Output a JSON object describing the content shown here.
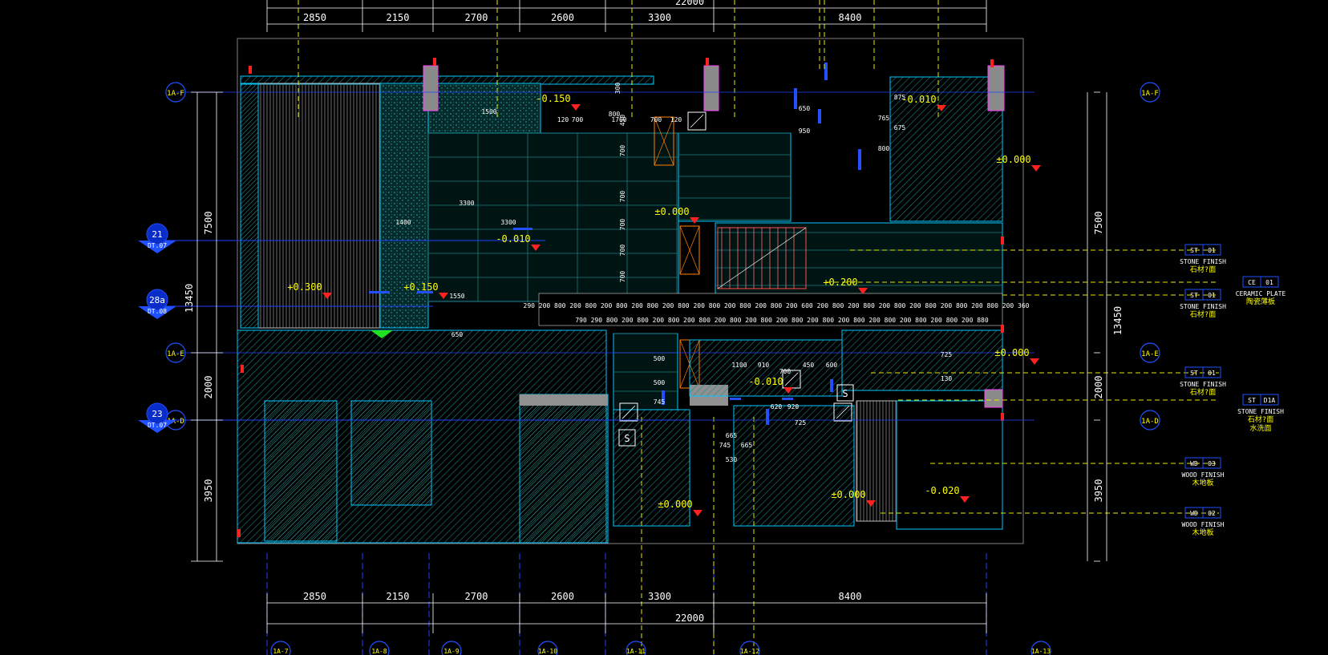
{
  "dims_top": {
    "overall": "22000",
    "bays": [
      "2850",
      "2150",
      "2700",
      "2600",
      "3300",
      "8400"
    ]
  },
  "dims_bottom": {
    "overall": "22000",
    "bays": [
      "2850",
      "2150",
      "2700",
      "2600",
      "3300",
      "8400"
    ]
  },
  "dims_left": [
    "7500",
    "13450",
    "2000",
    "3950"
  ],
  "dims_right": [
    "7500",
    "13450",
    "2000",
    "3950"
  ],
  "grid_rows": [
    "1A-F",
    "1A-E",
    "1A-D"
  ],
  "grid_cols": [
    "1A-7",
    "1A-8",
    "1A-9",
    "1A-10",
    "1A-11",
    "1A-12",
    "1A-13"
  ],
  "section_markers": [
    {
      "num": "21",
      "ref": "DT.07"
    },
    {
      "num": "28a",
      "ref": "DT.08"
    },
    {
      "num": "23",
      "ref": "DT.07"
    }
  ],
  "levels": [
    "-0.150",
    "-0.010",
    "±0.000",
    "-0.010",
    "+0.300",
    "+0.150",
    "+0.200",
    "±0.000",
    "±0.000",
    "-0.010",
    "±0.000",
    "±0.000",
    "-0.020"
  ],
  "inner_dims": [
    "1400",
    "3300",
    "3300",
    "1500",
    "1550",
    "650",
    "120",
    "700",
    "1760",
    "700",
    "120",
    "800",
    "650",
    "950",
    "875",
    "765",
    "675",
    "800",
    "1100",
    "910",
    "700",
    "450",
    "600",
    "500",
    "500",
    "745",
    "745",
    "665",
    "665",
    "530",
    "620",
    "920",
    "725",
    "725",
    "130",
    "300",
    "450",
    "700",
    "700",
    "700",
    "700",
    "700"
  ],
  "seq_dims_top": "290 200 800 200 800 200 800 200 800 200 800 200 800 200 800 200 800 200 600 200 800 200 800 200 800 200 800 200 800 200 800 200 360",
  "seq_dims_bot": "790 290 800 200 800 200 800 200 800 200 800 200 800 200 800 200 800 200 800 200 800 200 800 200 800 200 880",
  "materials": [
    {
      "code": "ST",
      "num": "01",
      "en": "STONE FINISH",
      "cn": "石材?面"
    },
    {
      "code": "CE",
      "num": "01",
      "en": "CERAMIC PLATE",
      "cn": "陶瓷薄板"
    },
    {
      "code": "ST",
      "num": "01",
      "en": "STONE FINISH",
      "cn": "石材?面"
    },
    {
      "code": "ST",
      "num": "01",
      "en": "STONE FINISH",
      "cn": "石材?面"
    },
    {
      "code": "ST",
      "num": "D1A",
      "en": "STONE FINISH",
      "cn": "石材?面",
      "cn2": "水洗面"
    },
    {
      "code": "WD",
      "num": "03",
      "en": "WOOD FINISH",
      "cn": "木地板"
    },
    {
      "code": "WD",
      "num": "02",
      "en": "WOOD FINISH",
      "cn": "木地板"
    }
  ],
  "symbols": [
    "S",
    "S"
  ],
  "colors": {
    "background": "#000000",
    "dim_line": "#ffffff",
    "dim_text": "#ffffff",
    "level_text": "#ffff00",
    "grid_line_blue": "#2040ff",
    "grid_line_yellow": "#e6e600",
    "hatch_teal": "#1e8c8c",
    "wall_cyan": "#00c8ff",
    "marker": "#ff2020",
    "frame": "#808080"
  }
}
